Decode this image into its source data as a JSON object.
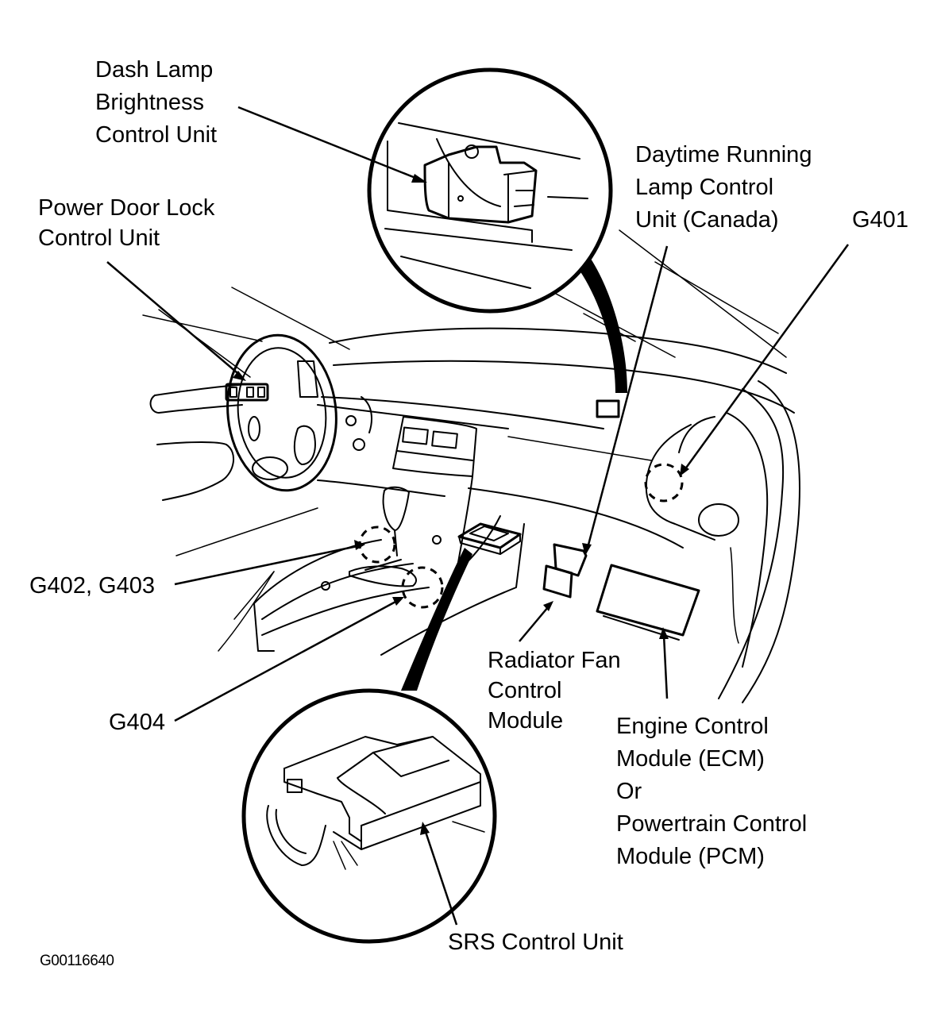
{
  "figure": {
    "id": "G00116640",
    "description": "Component locator - passenger compartment / dash area"
  },
  "labels": {
    "dash_lamp": [
      "Dash Lamp",
      "Brightness",
      "Control Unit"
    ],
    "power_door_lock": [
      "Power Door Lock",
      "Control Unit"
    ],
    "daytime_running": [
      "Daytime Running",
      "Lamp Control",
      "Unit (Canada)"
    ],
    "g401": "G401",
    "g402_g403": "G402, G403",
    "g404": "G404",
    "radiator_fan": [
      "Radiator Fan",
      "Control",
      "Module"
    ],
    "ecm_pcm": [
      "Engine Control",
      "Module (ECM)",
      "Or",
      "Powertrain Control",
      "Module (PCM)"
    ],
    "srs": "SRS Control Unit"
  }
}
